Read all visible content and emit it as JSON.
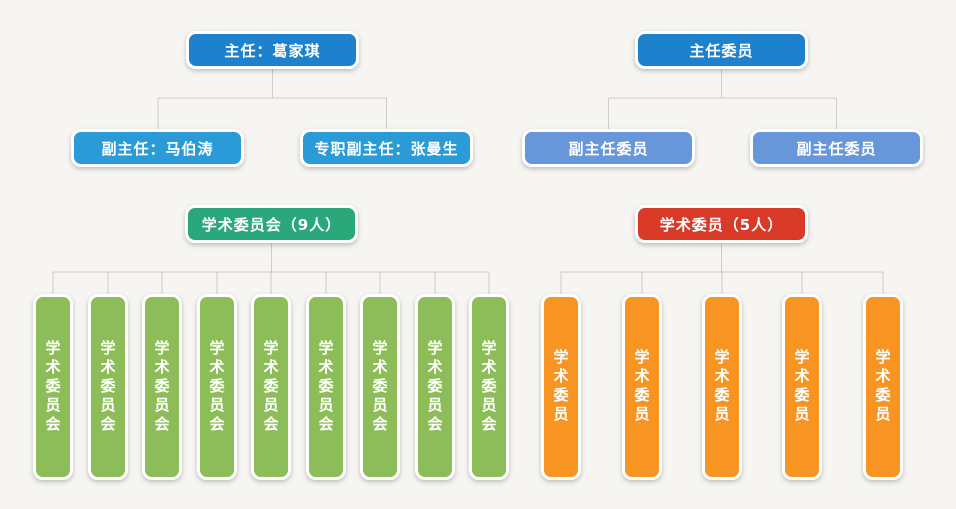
{
  "canvas": {
    "background_color": "#f6f5f2",
    "connector_color": "#cdccc8",
    "node_text_color": "#ffffff"
  },
  "leadership_tree": {
    "root": {
      "label": "主任：葛家琪",
      "color": "#1d81cd"
    },
    "children": [
      {
        "label": "副主任：马伯涛",
        "color": "#2b9bd7"
      },
      {
        "label": "专职副主任：张曼生",
        "color": "#2b9bd7"
      }
    ]
  },
  "chair_tree": {
    "root": {
      "label": "主任委员",
      "color": "#1d81cd"
    },
    "children": [
      {
        "label": "副主任委员",
        "color": "#6796da"
      },
      {
        "label": "副主任委员",
        "color": "#6796da"
      }
    ]
  },
  "academic_committee_tree": {
    "header": {
      "label": "学术委员会（9人）",
      "color": "#2aa87c"
    },
    "member_label": "学术委员会",
    "member_count": 9,
    "member_color": "#8cbd58"
  },
  "academic_member_tree": {
    "header": {
      "label": "学术委员（5人）",
      "color": "#d93a27"
    },
    "member_label": "学术委员",
    "member_count": 5,
    "member_color": "#f79422"
  }
}
